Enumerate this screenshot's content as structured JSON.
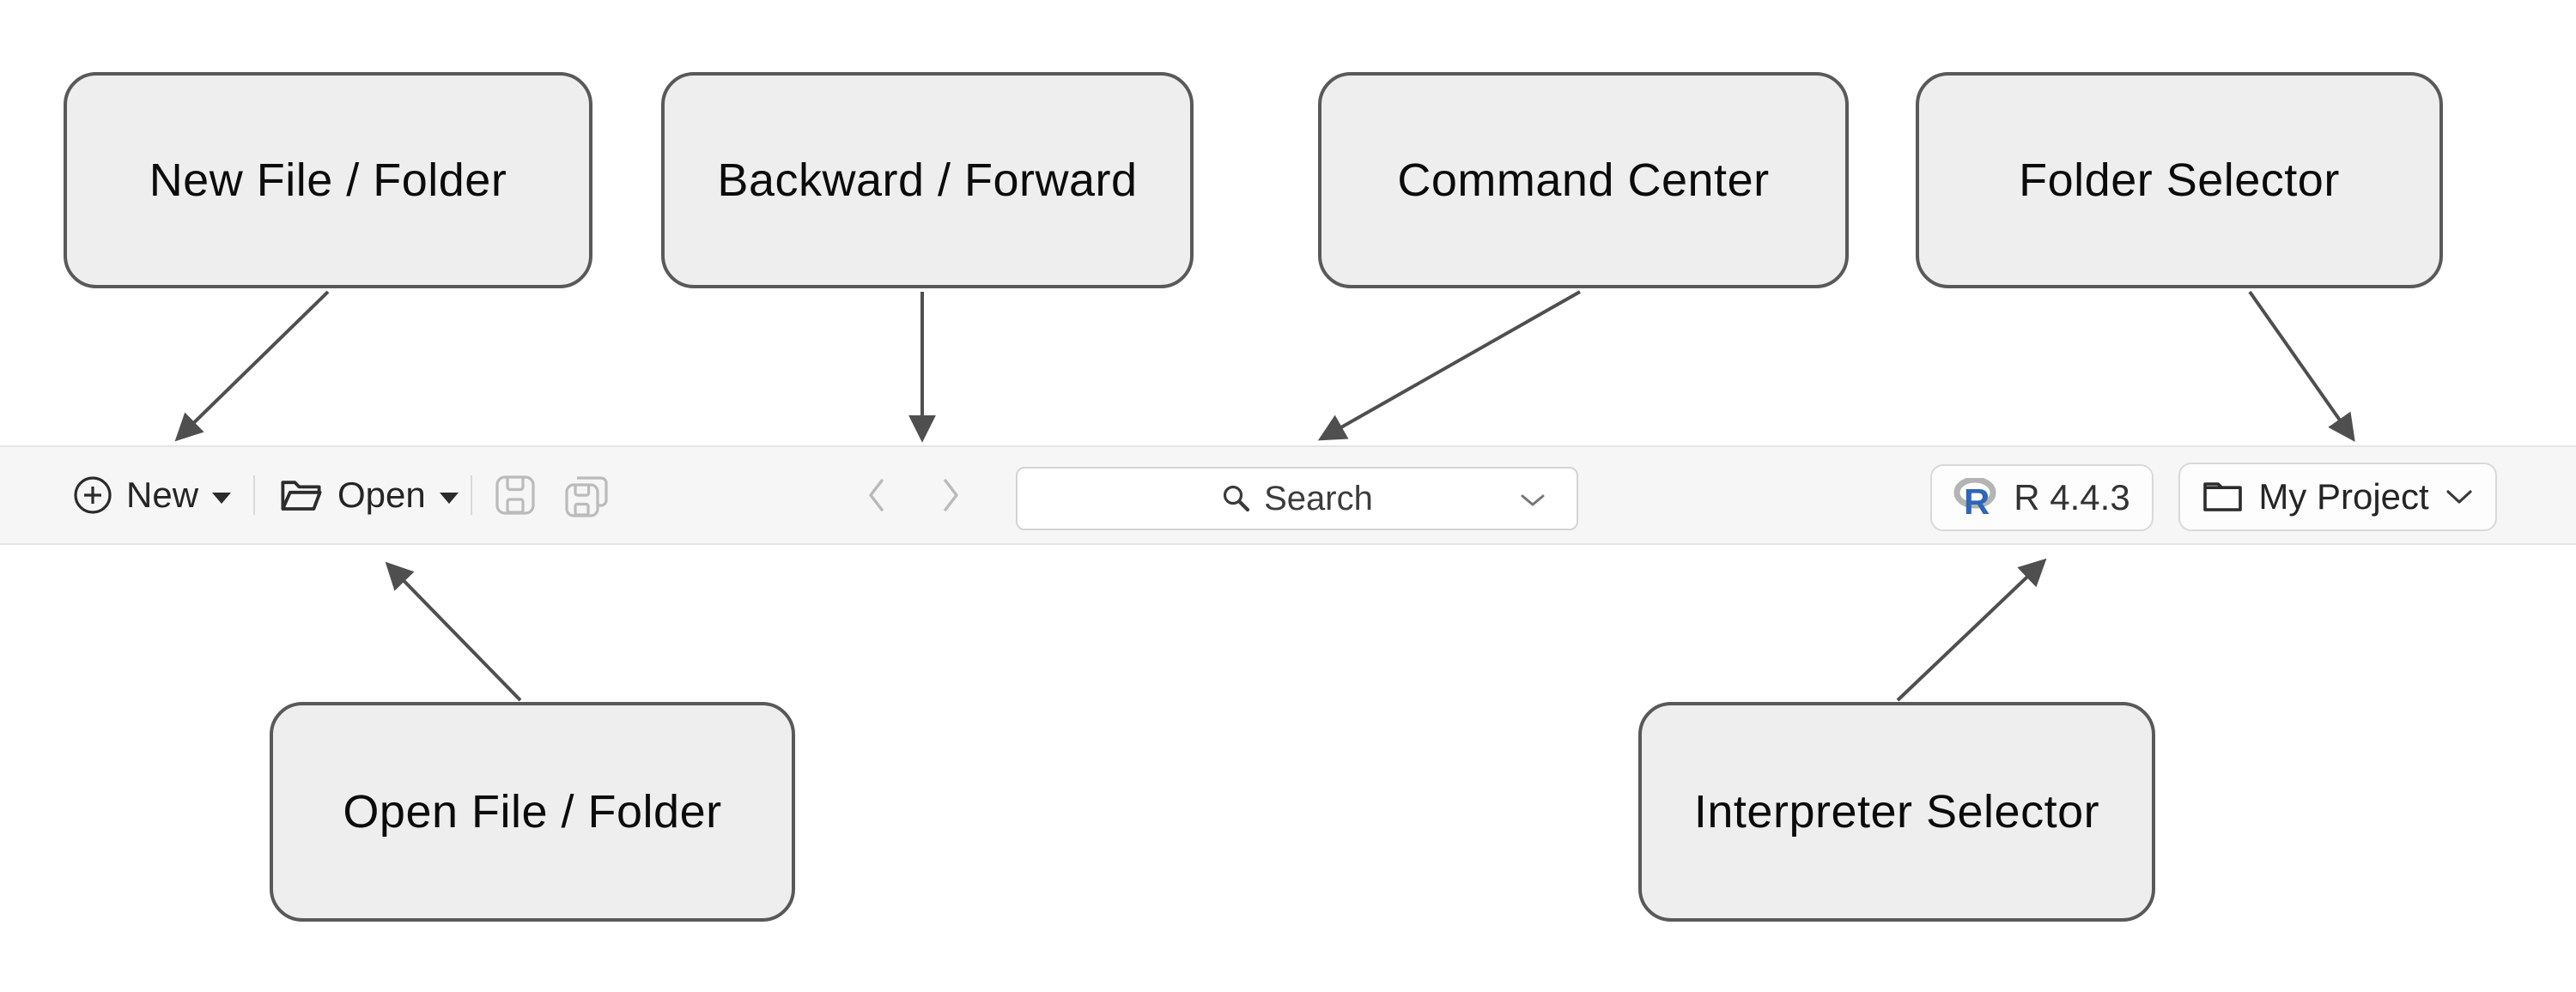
{
  "callouts": {
    "new_file_folder": "New File / Folder",
    "backward_forward": "Backward / Forward",
    "command_center": "Command Center",
    "folder_selector": "Folder Selector",
    "open_file_folder": "Open File / Folder",
    "interpreter_selector": "Interpreter Selector"
  },
  "toolbar": {
    "new_label": "New",
    "open_label": "Open",
    "search_label": "Search",
    "interpreter_label": "R 4.4.3",
    "project_label": "My Project",
    "r_logo_letter": "R"
  },
  "icons": {
    "new": "circle-plus",
    "open": "folder-open",
    "save": "save",
    "save_all": "save-all",
    "back": "chevron-left",
    "forward": "chevron-right",
    "search": "magnifier",
    "search_dropdown": "chevron-down",
    "interpreter": "r-logo",
    "project": "folder",
    "project_dropdown": "chevron-down"
  },
  "colors": {
    "callout_fill": "#eeeeee",
    "callout_border": "#595959",
    "arrow": "#4f4f4f",
    "toolbar_bg": "#f6f6f6",
    "toolbar_border": "#e4e4e4",
    "icon_dark": "#2b2b2b",
    "icon_disabled": "#bbbbbb",
    "chevron_disabled": "#b9b9b9",
    "r_logo_blue": "#2e66b8",
    "r_logo_ring": "#b4b4b4",
    "search_border": "#d4d4d4",
    "button_border": "#d9d9d9"
  }
}
